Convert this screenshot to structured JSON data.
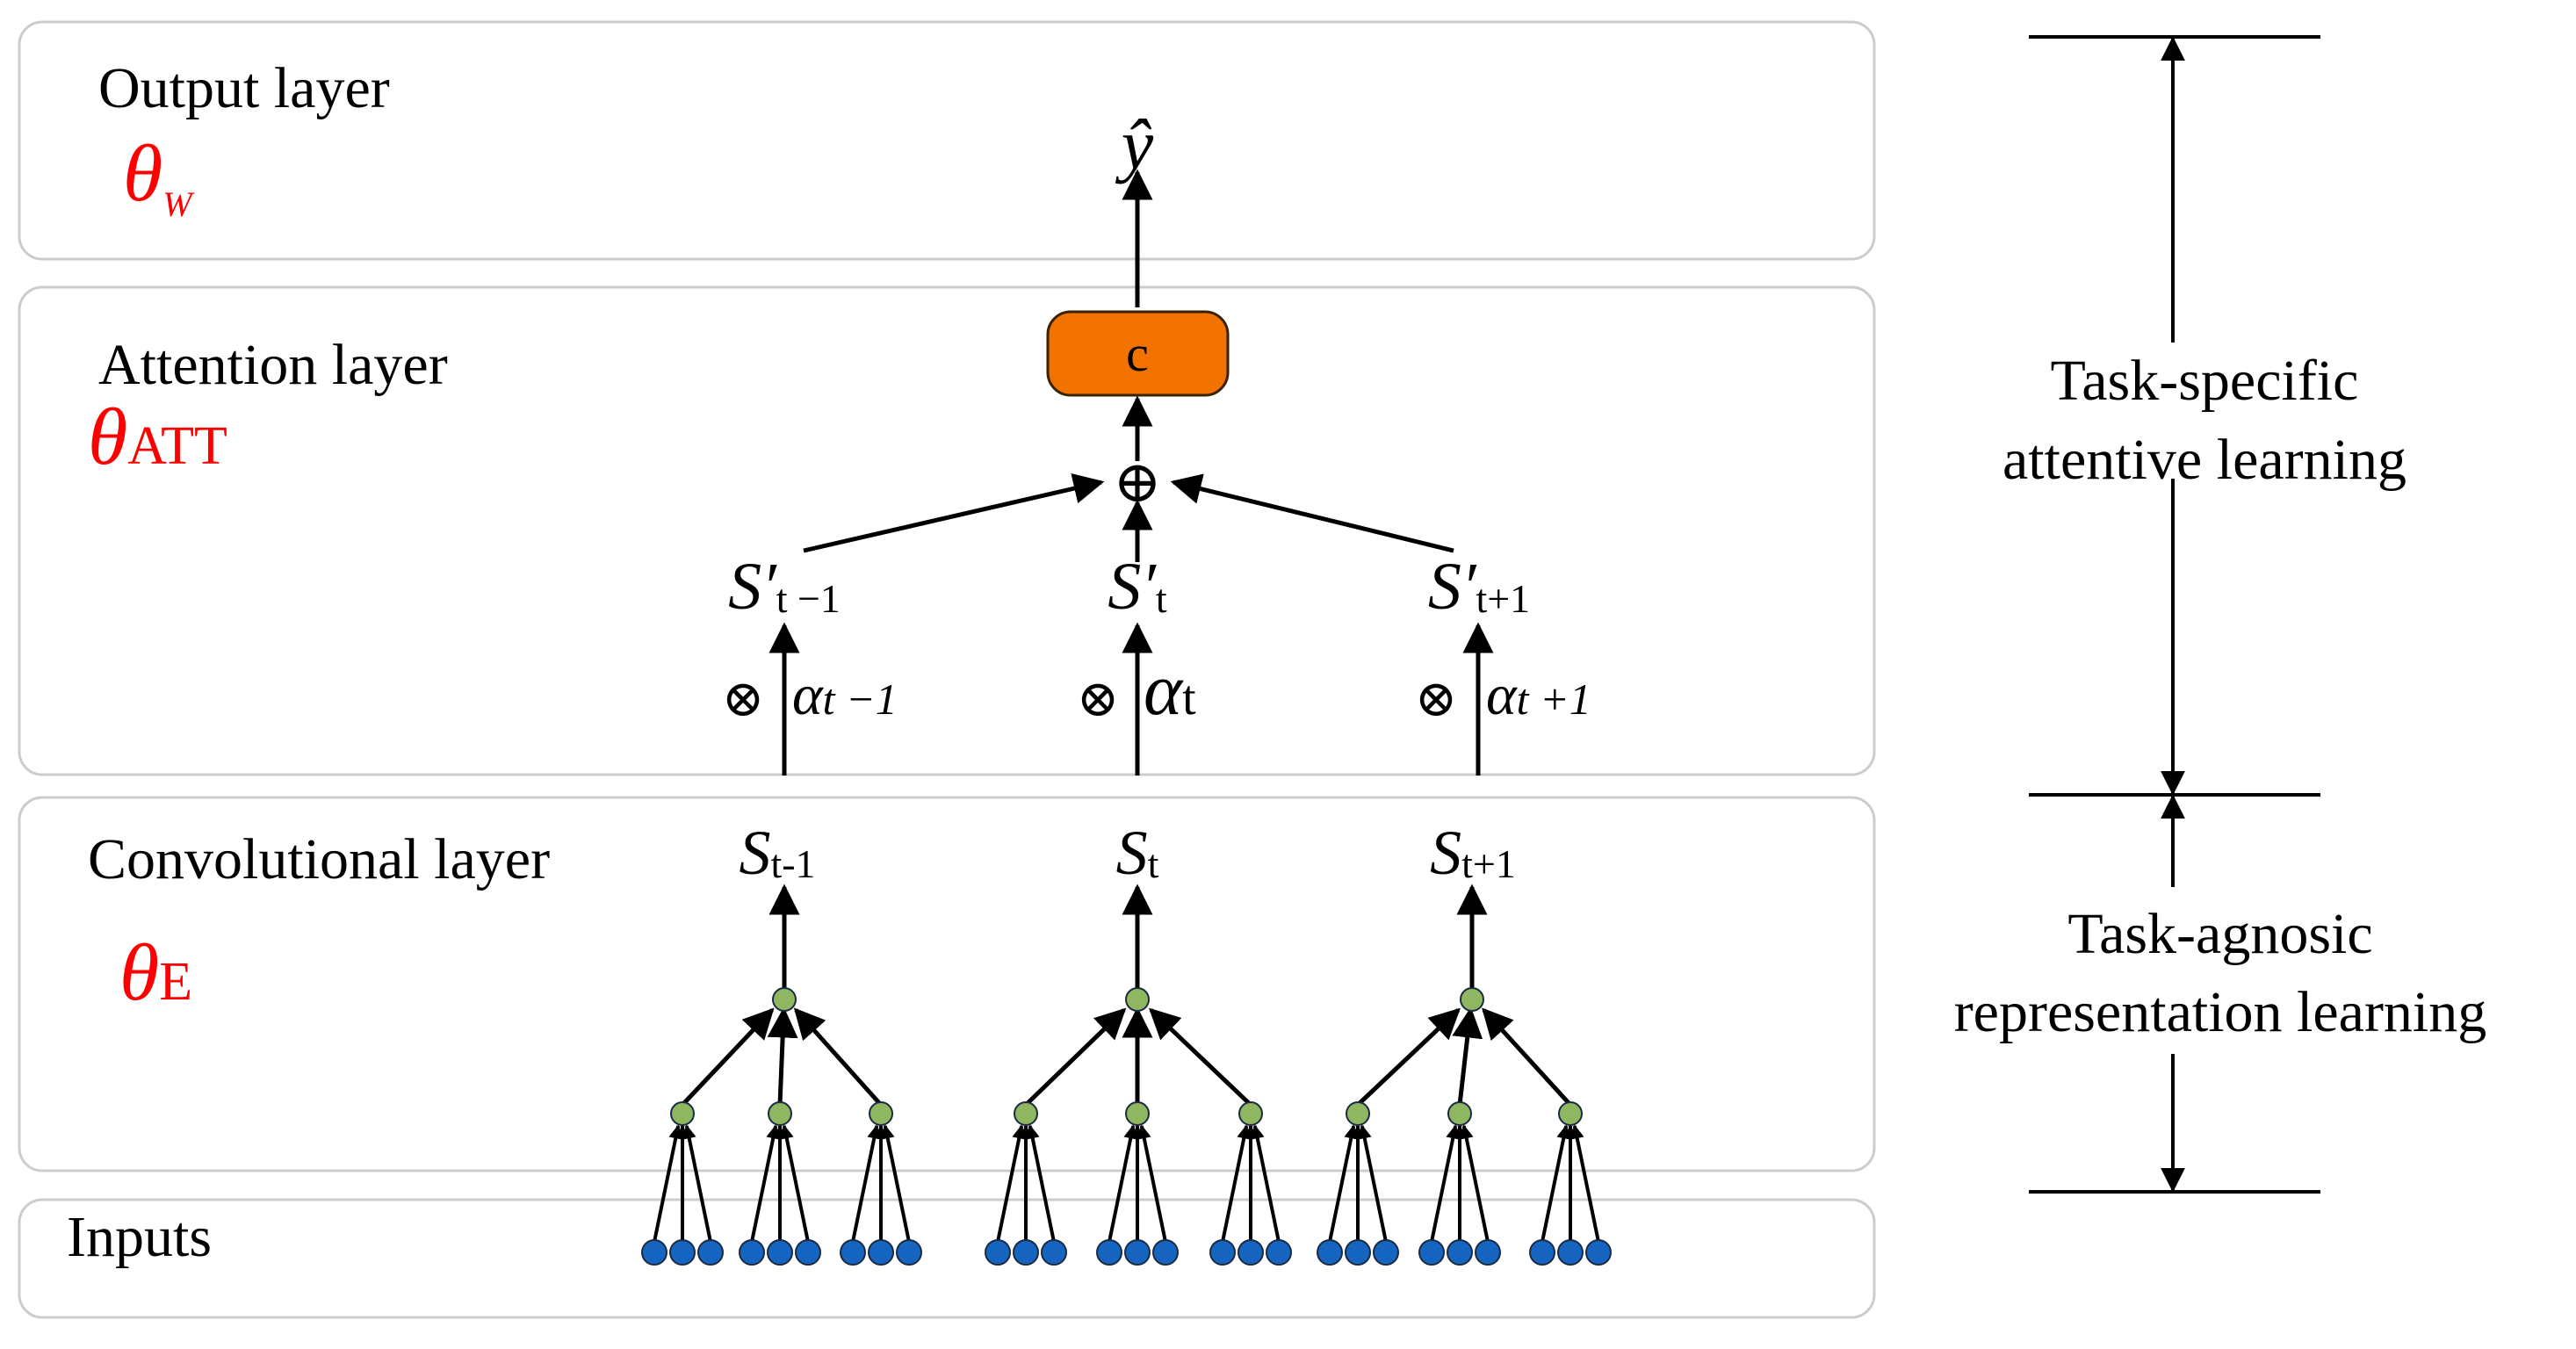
{
  "layers": {
    "output": {
      "title": "Output layer",
      "param_symbol": "θ",
      "param_sub": "W"
    },
    "attention": {
      "title": "Attention layer",
      "param_symbol": "θ",
      "param_sub": "ATT"
    },
    "convolutional": {
      "title": "Convolutional layer",
      "param_symbol": "θ",
      "param_sub": "E"
    },
    "inputs": {
      "title": "Inputs"
    }
  },
  "output_symbol": "ŷ",
  "context_label": "c",
  "sum_symbol": "⊕",
  "times_symbol": "⊗",
  "states": [
    {
      "s_main": "S",
      "s_sub": "t-1",
      "sp_main": "S′",
      "sp_sub": "t −1",
      "alpha_main": "α",
      "alpha_sub": "t −1"
    },
    {
      "s_main": "S",
      "s_sub": "t",
      "sp_main": "S′",
      "sp_sub": "t",
      "alpha_main": "α",
      "alpha_sub": "t"
    },
    {
      "s_main": "S",
      "s_sub": "t+1",
      "sp_main": "S′",
      "sp_sub": "t+1",
      "alpha_main": "α",
      "alpha_sub": "t +1"
    }
  ],
  "brackets": {
    "task_specific": [
      "Task-specific",
      "attentive learning"
    ],
    "task_agnostic": [
      "Task-agnosic",
      "representation learning"
    ]
  },
  "colors": {
    "param_text": "#ff0000",
    "context_box": "#f27200",
    "node_green": "#8fb660",
    "node_blue": "#1565c0",
    "panel_border": "#cccccc"
  }
}
